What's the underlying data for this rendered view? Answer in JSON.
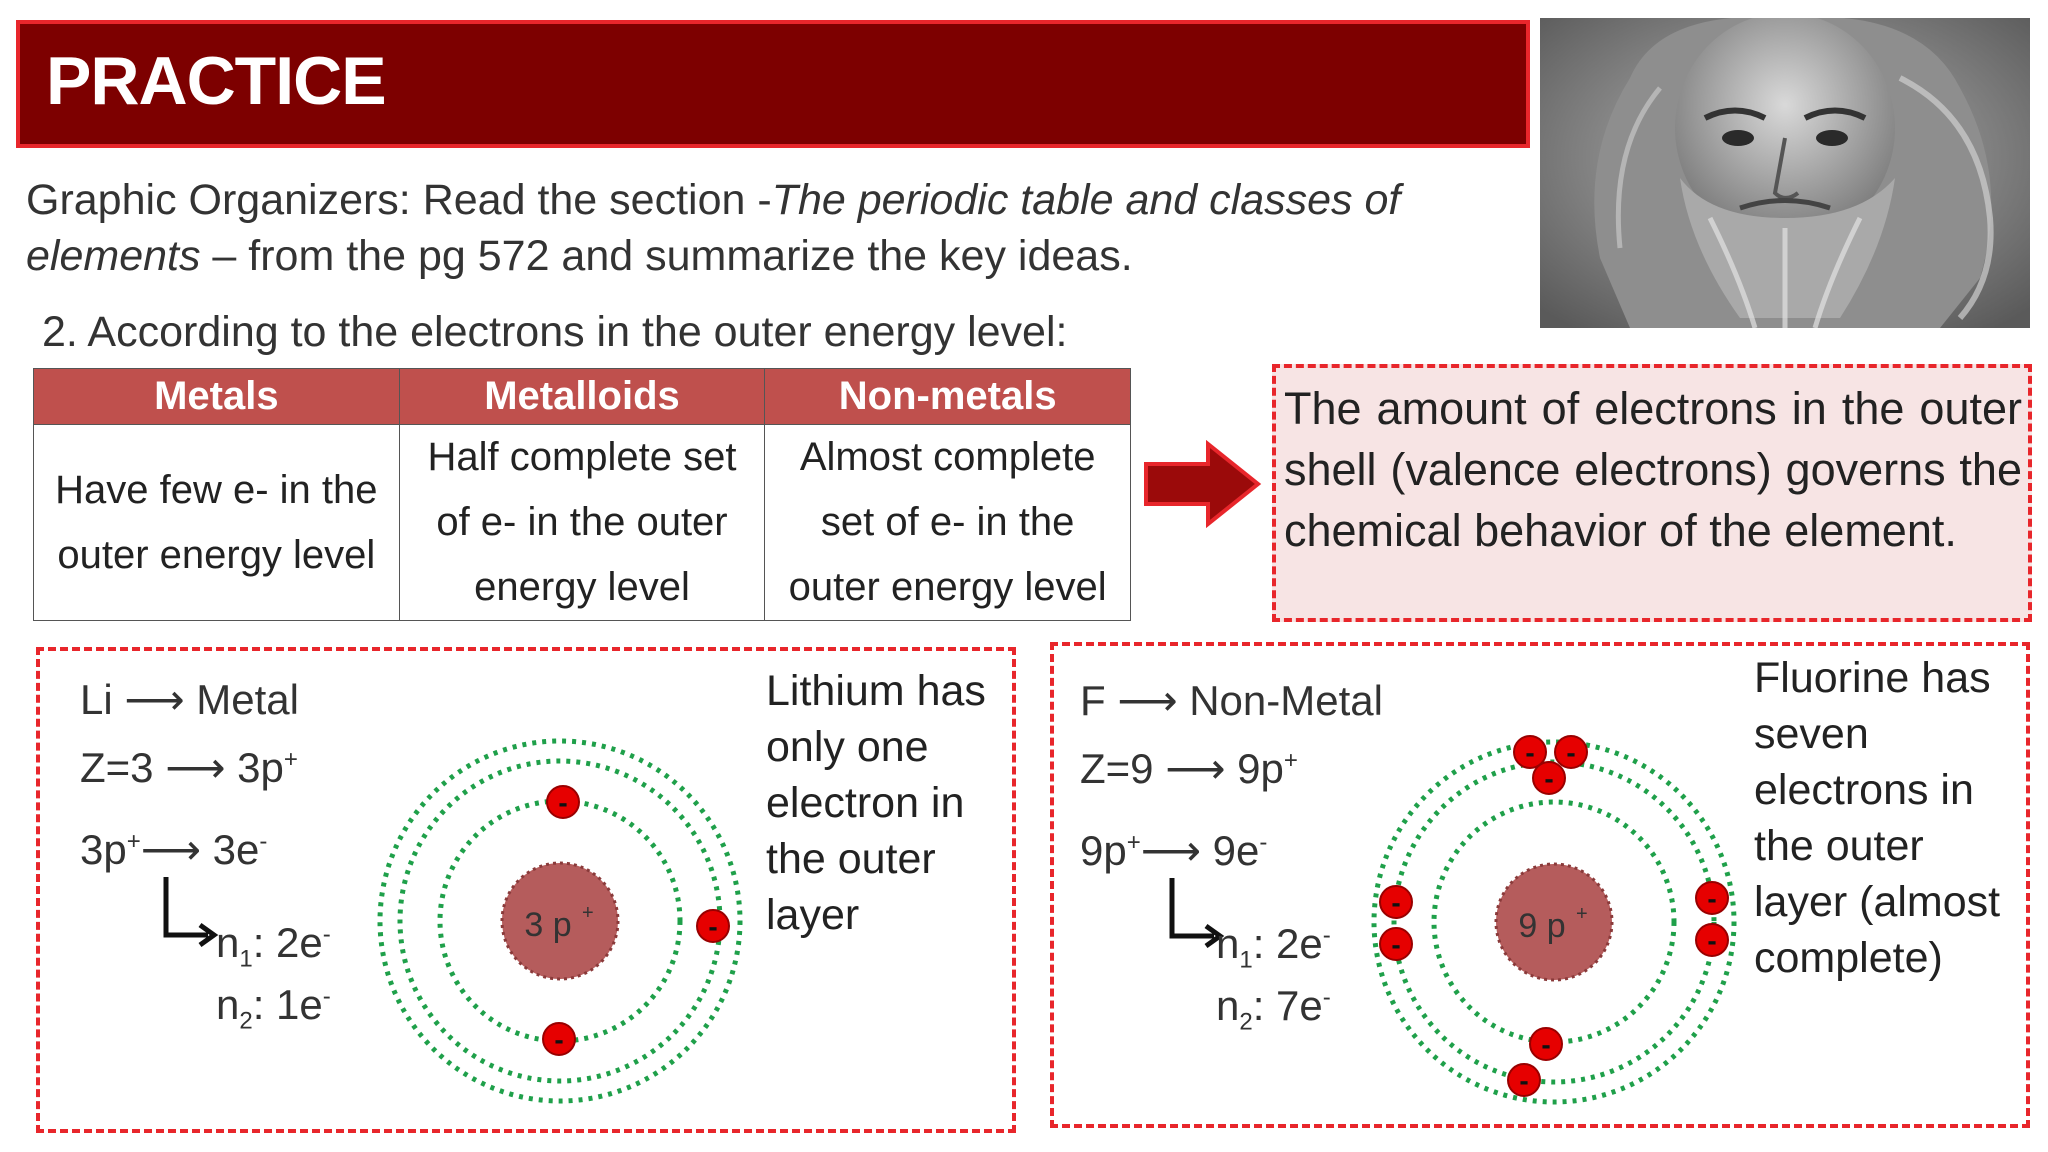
{
  "header": {
    "title": "PRACTICE"
  },
  "intro": {
    "part1": "Graphic Organizers: Read the section -",
    "italic1": "The periodic table and classes of",
    "italic2": "elements",
    "part2": " – from the pg 572 and summarize the key ideas."
  },
  "subheading": "2. According to the electrons in the outer energy level:",
  "table": {
    "headers": [
      "Metals",
      "Metalloids",
      "Non-metals"
    ],
    "cells": [
      [
        "Have few e- in the",
        "outer energy level"
      ],
      [
        "Half complete set",
        "of e- in the outer",
        "energy level"
      ],
      [
        "Almost complete",
        "set of e- in the",
        "outer energy level"
      ]
    ]
  },
  "callout": {
    "text": "The amount of electrons in the outer shell (valence electrons) governs the chemical behavior of the element."
  },
  "lithium": {
    "heading": "Li ⟶ Metal",
    "z_line": "Z=3 ⟶ 3p",
    "z_sup": "+",
    "e_line_a": "3p",
    "e_line_sup": "+",
    "e_line_b": "⟶ 3e",
    "e_line_sup2": "-",
    "n1_label": "n",
    "n1_sub": "1",
    "n1_val": ": 2e",
    "n1_sup": "-",
    "n2_label": "n",
    "n2_sub": "2",
    "n2_val": ": 1e",
    "n2_sup": "-",
    "nucleus": "3 p",
    "nucleus_sup": "+",
    "description": [
      "Lithium has",
      "only one",
      "electron in",
      "the outer",
      "layer"
    ]
  },
  "fluorine": {
    "heading": "F ⟶ Non-Metal",
    "z_line": "Z=9 ⟶ 9p",
    "z_sup": "+",
    "e_line_a": "9p",
    "e_line_sup": "+",
    "e_line_b": "⟶ 9e",
    "e_line_sup2": "-",
    "n1_label": "n",
    "n1_sub": "1",
    "n1_val": ": 2e",
    "n1_sup": "-",
    "n2_label": "n",
    "n2_sub": "2",
    "n2_val": ": 7e",
    "n2_sup": "-",
    "nucleus": "9 p",
    "nucleus_sup": "+",
    "description": [
      "Fluorine has",
      "seven",
      "electrons in",
      "the outer",
      "layer (almost",
      "complete)"
    ]
  },
  "electron_symbol": "-",
  "colors": {
    "title_bg": "#7d0000",
    "accent_red": "#e8262b",
    "table_header": "#bf504d",
    "callout_bg": "#f7e4e4",
    "orbit_green": "#1fa04a",
    "nucleus_fill": "#b55c5c",
    "electron_red": "#e60000"
  }
}
